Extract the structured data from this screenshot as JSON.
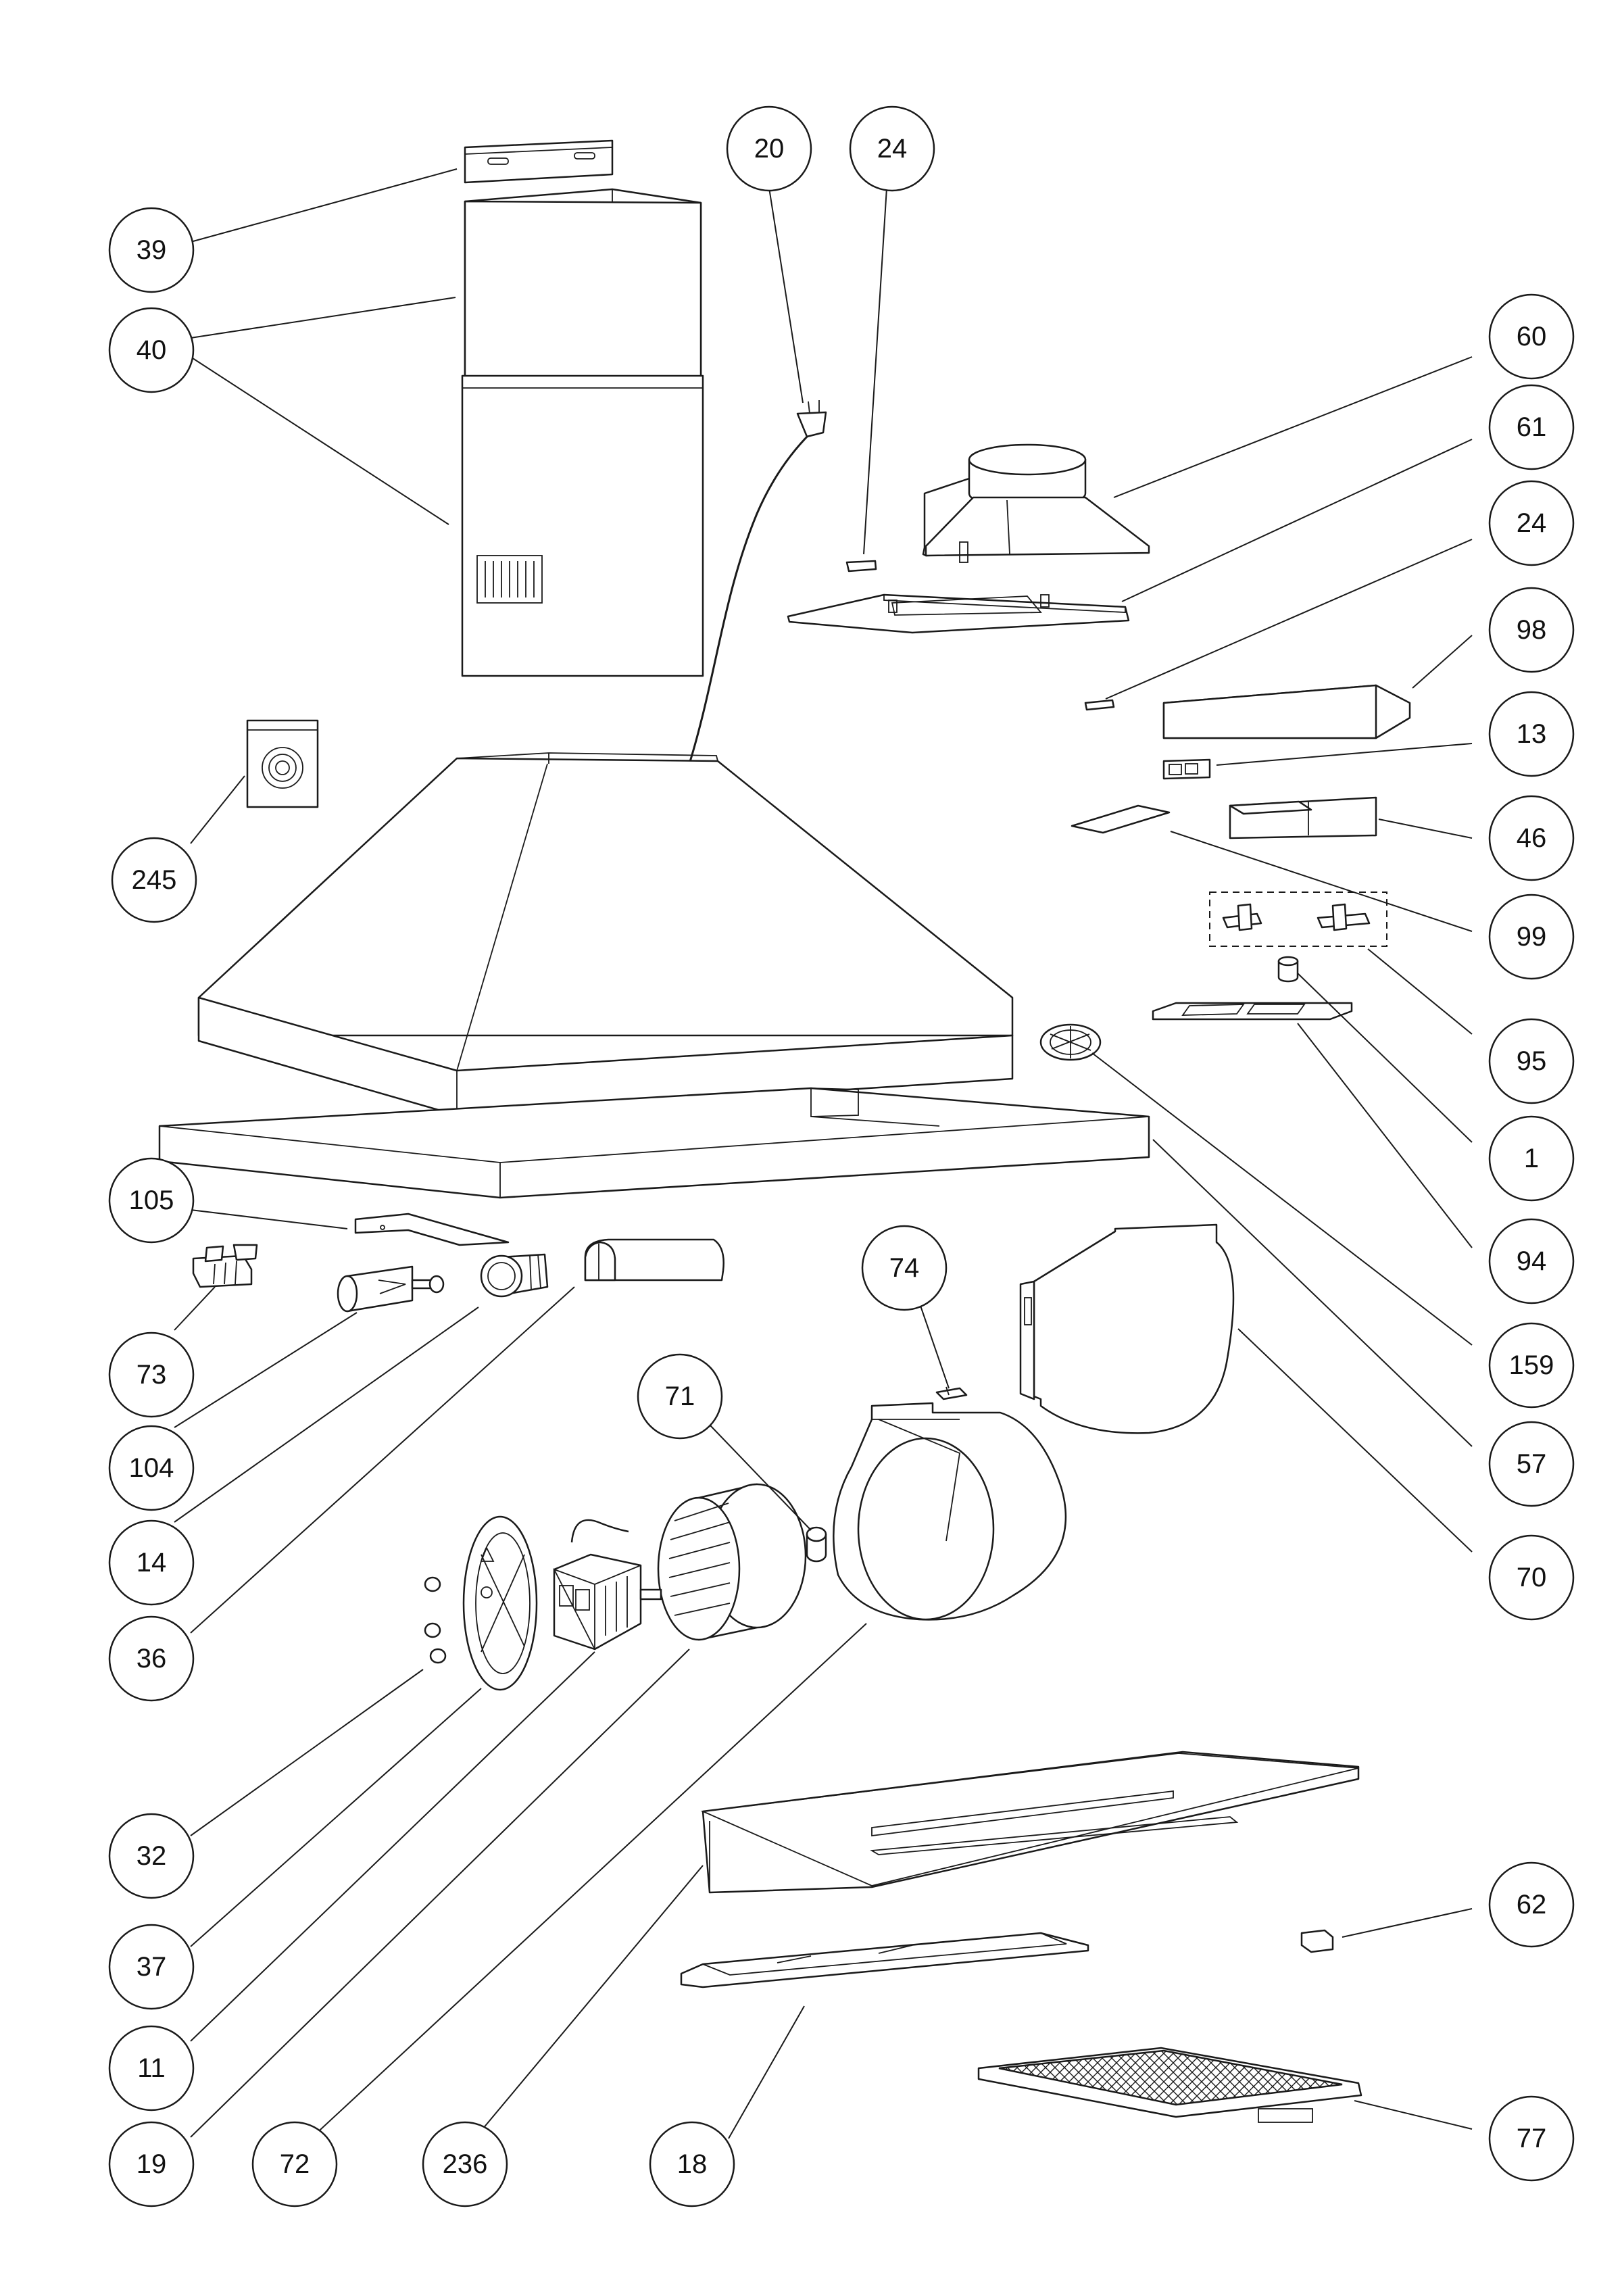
{
  "callouts": [
    {
      "id": "c39",
      "label": "39"
    },
    {
      "id": "c40",
      "label": "40"
    },
    {
      "id": "c20",
      "label": "20"
    },
    {
      "id": "c24a",
      "label": "24"
    },
    {
      "id": "c60",
      "label": "60"
    },
    {
      "id": "c61",
      "label": "61"
    },
    {
      "id": "c24b",
      "label": "24"
    },
    {
      "id": "c98",
      "label": "98"
    },
    {
      "id": "c13",
      "label": "13"
    },
    {
      "id": "c46",
      "label": "46"
    },
    {
      "id": "c99",
      "label": "99"
    },
    {
      "id": "c95",
      "label": "95"
    },
    {
      "id": "c1",
      "label": "1"
    },
    {
      "id": "c94",
      "label": "94"
    },
    {
      "id": "c159",
      "label": "159"
    },
    {
      "id": "c57",
      "label": "57"
    },
    {
      "id": "c70",
      "label": "70"
    },
    {
      "id": "c245",
      "label": "245"
    },
    {
      "id": "c105",
      "label": "105"
    },
    {
      "id": "c73",
      "label": "73"
    },
    {
      "id": "c104",
      "label": "104"
    },
    {
      "id": "c14",
      "label": "14"
    },
    {
      "id": "c36",
      "label": "36"
    },
    {
      "id": "c74",
      "label": "74"
    },
    {
      "id": "c71",
      "label": "71"
    },
    {
      "id": "c32",
      "label": "32"
    },
    {
      "id": "c37",
      "label": "37"
    },
    {
      "id": "c11",
      "label": "11"
    },
    {
      "id": "c19",
      "label": "19"
    },
    {
      "id": "c72",
      "label": "72"
    },
    {
      "id": "c236",
      "label": "236"
    },
    {
      "id": "c18",
      "label": "18"
    },
    {
      "id": "c62",
      "label": "62"
    },
    {
      "id": "c77",
      "label": "77"
    }
  ]
}
